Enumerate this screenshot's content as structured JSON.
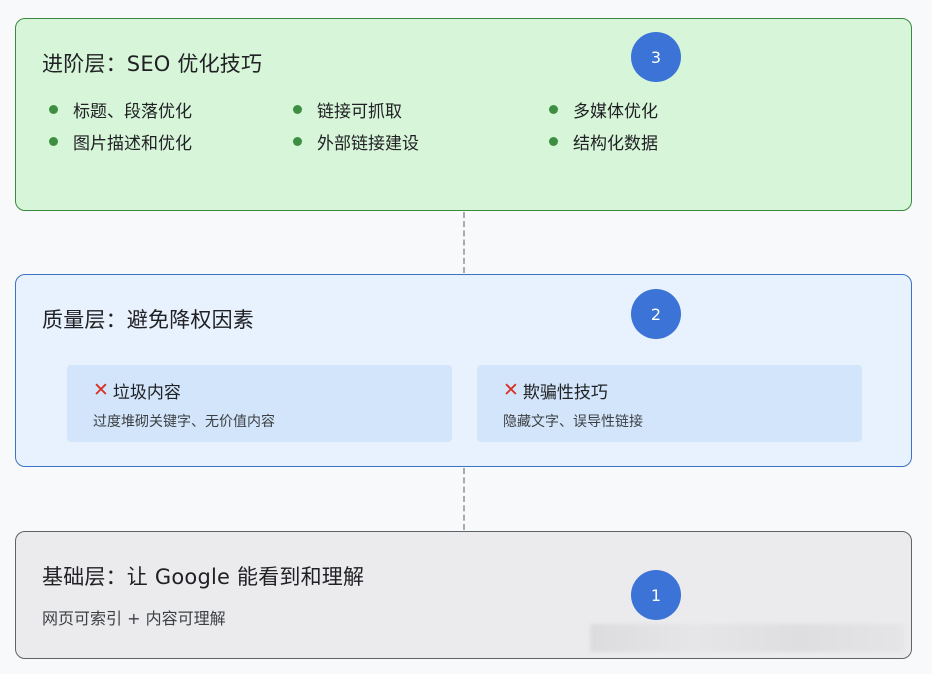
{
  "layers": {
    "advanced": {
      "title": "进阶层：SEO 优化技巧",
      "badge": "3",
      "tips": [
        "标题、段落优化",
        "链接可抓取",
        "多媒体优化",
        "图片描述和优化",
        "外部链接建设",
        "结构化数据"
      ]
    },
    "quality": {
      "title": "质量层：避免降权因素",
      "badge": "2",
      "factors": [
        {
          "title": "垃圾内容",
          "desc": "过度堆砌关键字、无价值内容"
        },
        {
          "title": "欺骗性技巧",
          "desc": "隐藏文字、误导性链接"
        }
      ]
    },
    "foundation": {
      "title": "基础层：让 Google 能看到和理解",
      "badge": "1",
      "desc": "网页可索引 + 内容可理解"
    }
  },
  "colors": {
    "advanced_bg": "#d7f5d9",
    "advanced_border": "#3a8a40",
    "quality_bg": "#e8f2fe",
    "quality_border": "#3b73c7",
    "foundation_bg": "#ebebee",
    "badge": "#3b73d6",
    "bullet": "#3e8e41",
    "cross": "#d93025"
  },
  "icons": {
    "bullet": "bullet-dot-icon",
    "factor": "cross-icon"
  }
}
